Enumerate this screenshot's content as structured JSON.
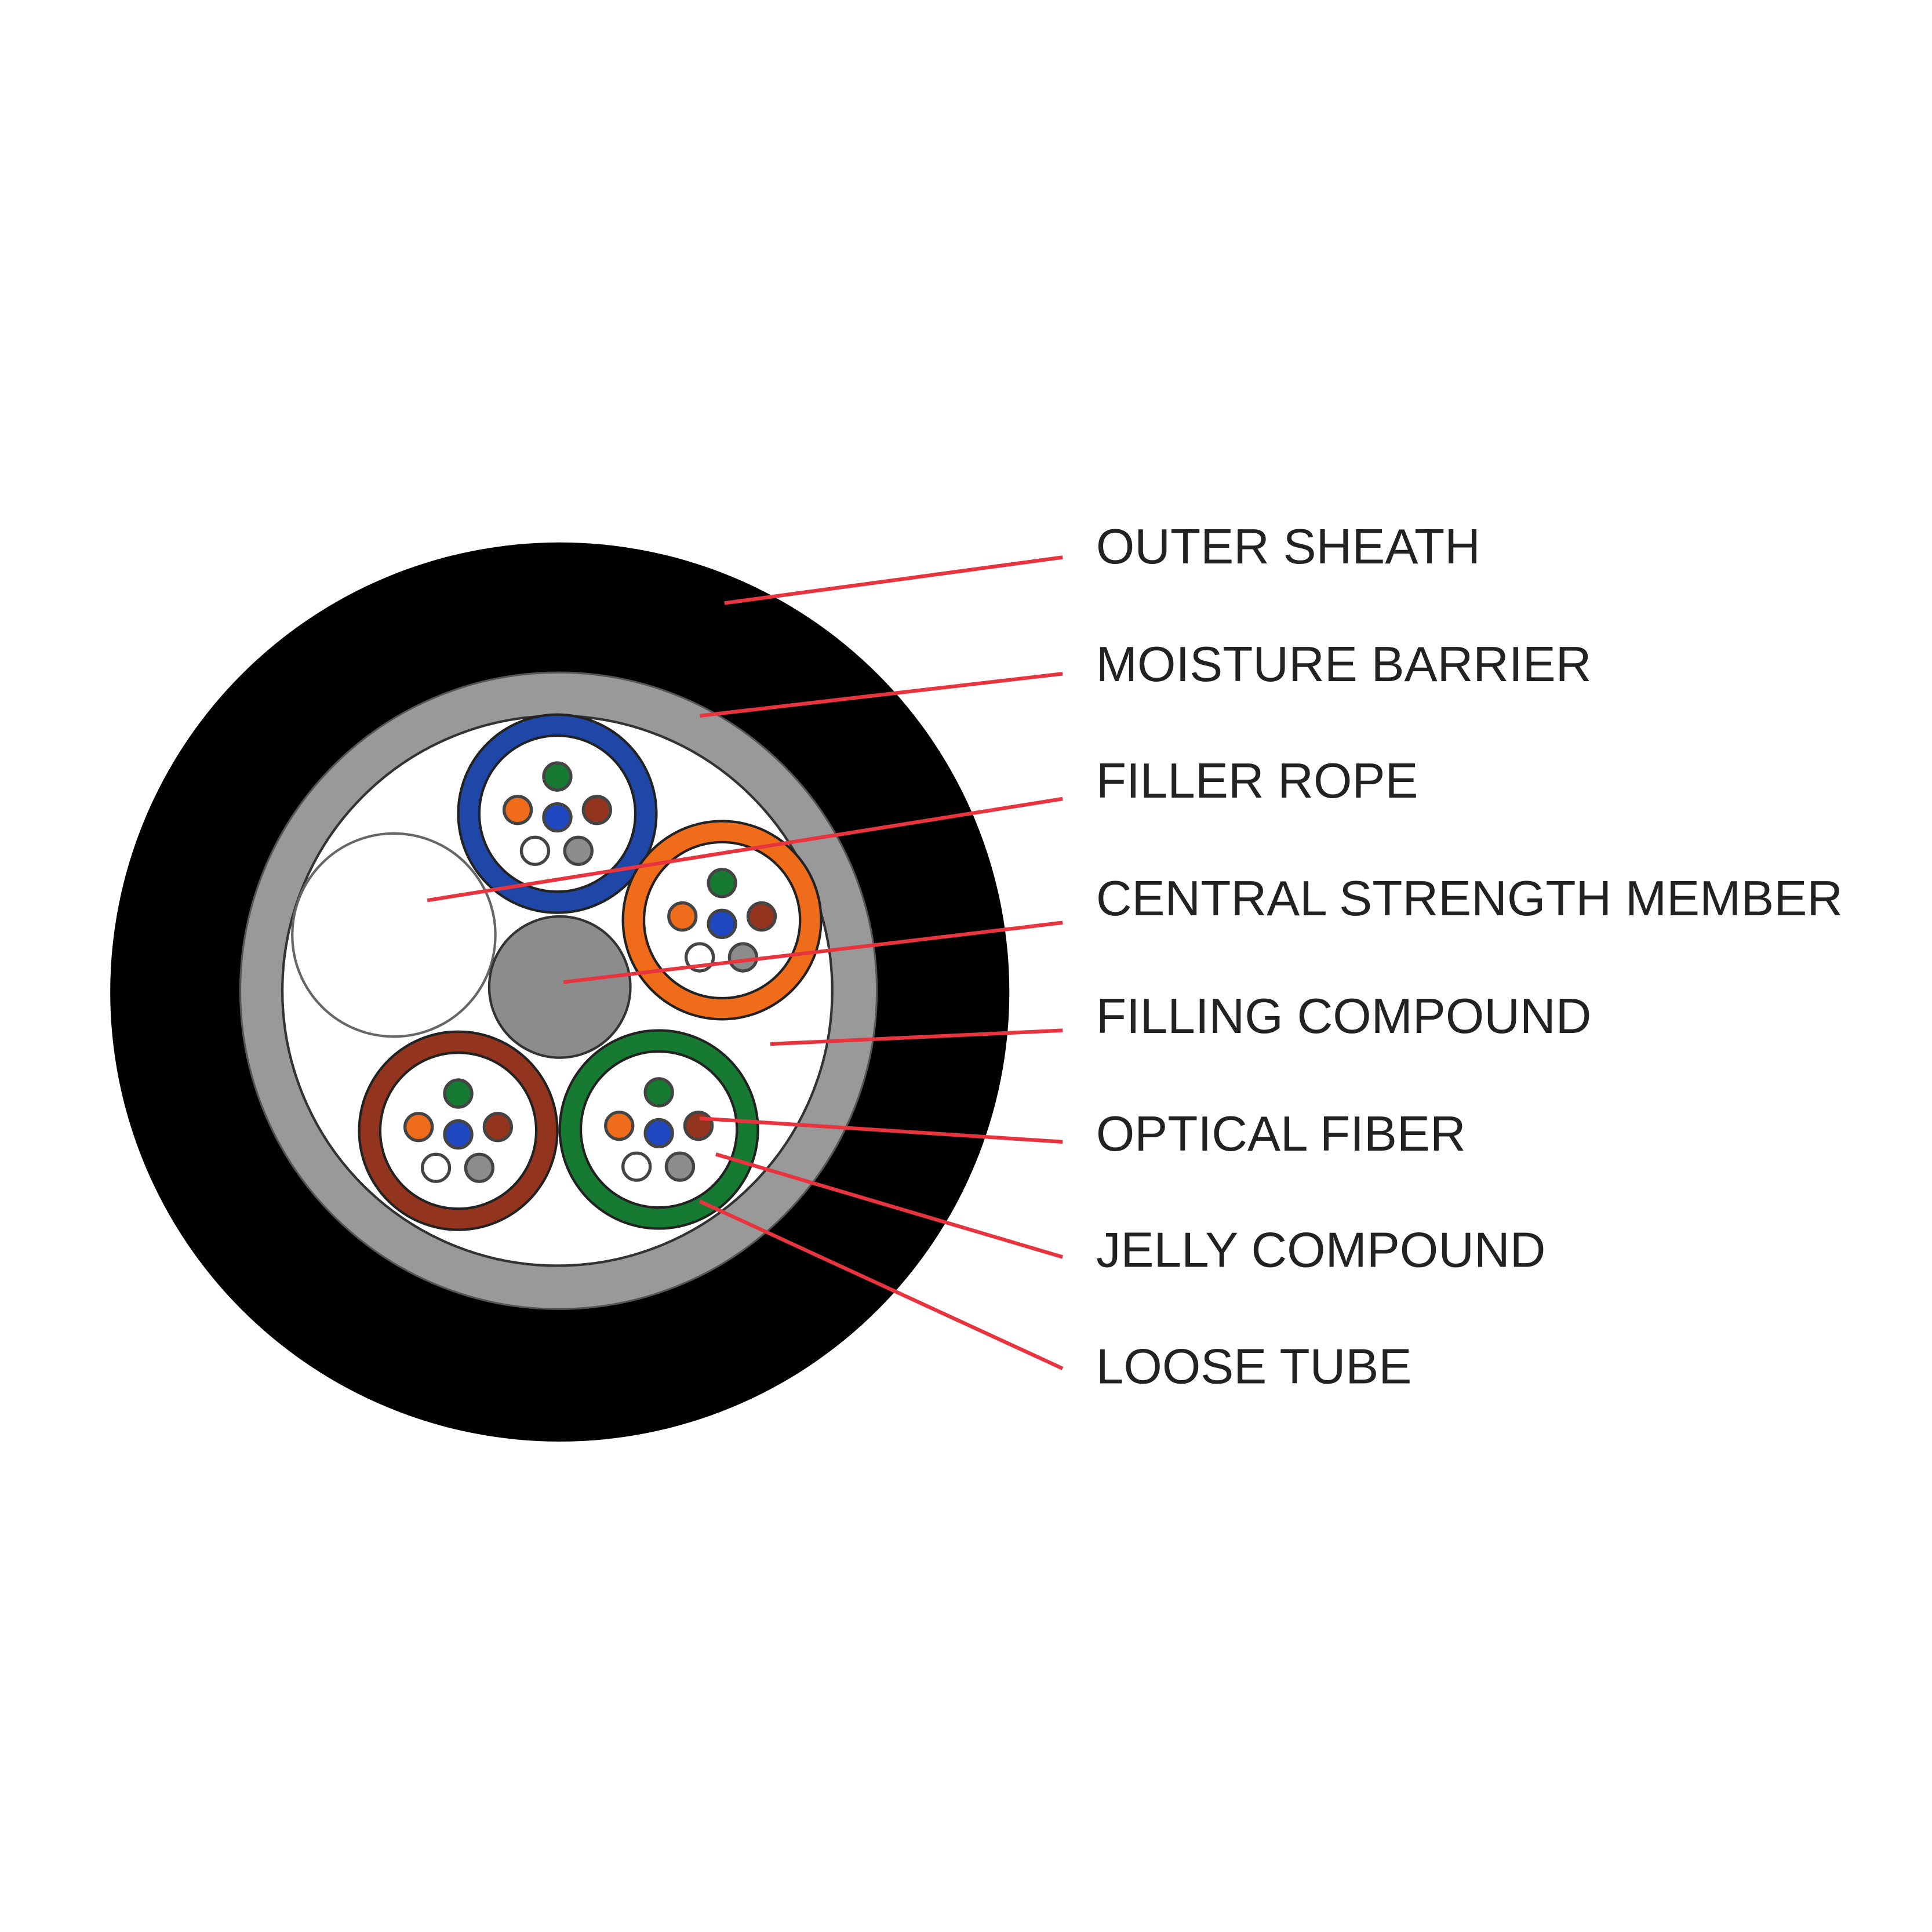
{
  "title": "Fiber optic cable cross-section",
  "colors": {
    "sheath": "#000000",
    "barrier": "#999999",
    "filling": "#ffffff",
    "strength_member": "#8c8c8c",
    "leader": "#e8343e",
    "text": "#222222"
  },
  "tubes": [
    {
      "name": "blue",
      "color": "#1f47a8"
    },
    {
      "name": "orange",
      "color": "#ef6c1a"
    },
    {
      "name": "brown",
      "color": "#93341f"
    },
    {
      "name": "green",
      "color": "#167a33"
    }
  ],
  "fibers": [
    {
      "name": "green",
      "color": "#167a33"
    },
    {
      "name": "orange",
      "color": "#ef6c1a"
    },
    {
      "name": "blue",
      "color": "#1f47c0"
    },
    {
      "name": "brown",
      "color": "#93341f"
    },
    {
      "name": "white",
      "color": "#ffffff"
    },
    {
      "name": "gray",
      "color": "#8c8c8c"
    }
  ],
  "labels": [
    "OUTER SHEATH",
    "MOISTURE BARRIER",
    "FILLER ROPE",
    "CENTRAL STRENGTH MEMBER",
    "FILLING COMPOUND",
    "OPTICAL FIBER",
    "JELLY COMPOUND",
    "LOOSE TUBE"
  ]
}
